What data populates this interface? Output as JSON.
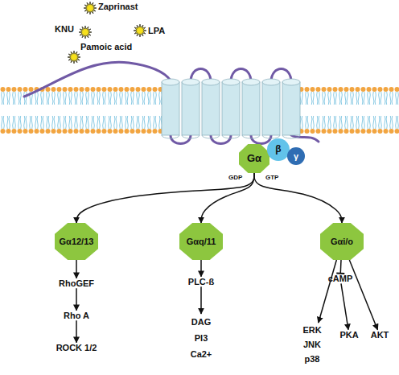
{
  "diagram": {
    "nodes": [
      {
        "text": [
          "Gα"
        ]
      },
      {
        "text": [
          "β"
        ]
      },
      {
        "text": [
          "γ"
        ]
      },
      {
        "text": [
          "Gα12/13"
        ]
      },
      {
        "text": [
          "Gαq/11"
        ]
      },
      {
        "text": [
          "Gαi/o"
        ]
      },
      {
        "text": [
          "RhoGEF"
        ]
      },
      {
        "text": [
          "Rho A"
        ]
      },
      {
        "text": [
          "ROCK 1/2"
        ]
      },
      {
        "text": [
          "PLC-ß"
        ]
      },
      {
        "text": [
          "DAG",
          "PI3",
          "Ca2+"
        ]
      },
      {
        "text": [
          "cAMP"
        ]
      },
      {
        "text": [
          "ERK",
          "JNK",
          "p38"
        ]
      },
      {
        "text": [
          "PKA"
        ]
      },
      {
        "text": [
          "AKT"
        ]
      }
    ],
    "edges": [
      {
        "from": 0,
        "to": 3,
        "arrow": "to"
      },
      {
        "from": 0,
        "to": 4,
        "arrow": "to"
      },
      {
        "from": 0,
        "to": 5,
        "arrow": "to"
      },
      {
        "from": 3,
        "to": 6,
        "arrow": "to"
      },
      {
        "from": 6,
        "to": 7,
        "arrow": "to"
      },
      {
        "from": 7,
        "to": 8,
        "arrow": "to"
      },
      {
        "from": 4,
        "to": 9,
        "arrow": "to"
      },
      {
        "from": 9,
        "to": 10,
        "arrow": "to"
      },
      {
        "from": 5,
        "to": 12,
        "arrow": "to"
      },
      {
        "from": 5,
        "to": 11,
        "arrow": "to"
      },
      {
        "from": 11,
        "to": 13,
        "arrow": "to"
      },
      {
        "from": 5,
        "to": 14,
        "arrow": "to"
      }
    ],
    "labels": [
      "Zaprinast",
      "KNU",
      "LPA",
      "Pamoic acid",
      "GDP",
      "GTP"
    ]
  }
}
